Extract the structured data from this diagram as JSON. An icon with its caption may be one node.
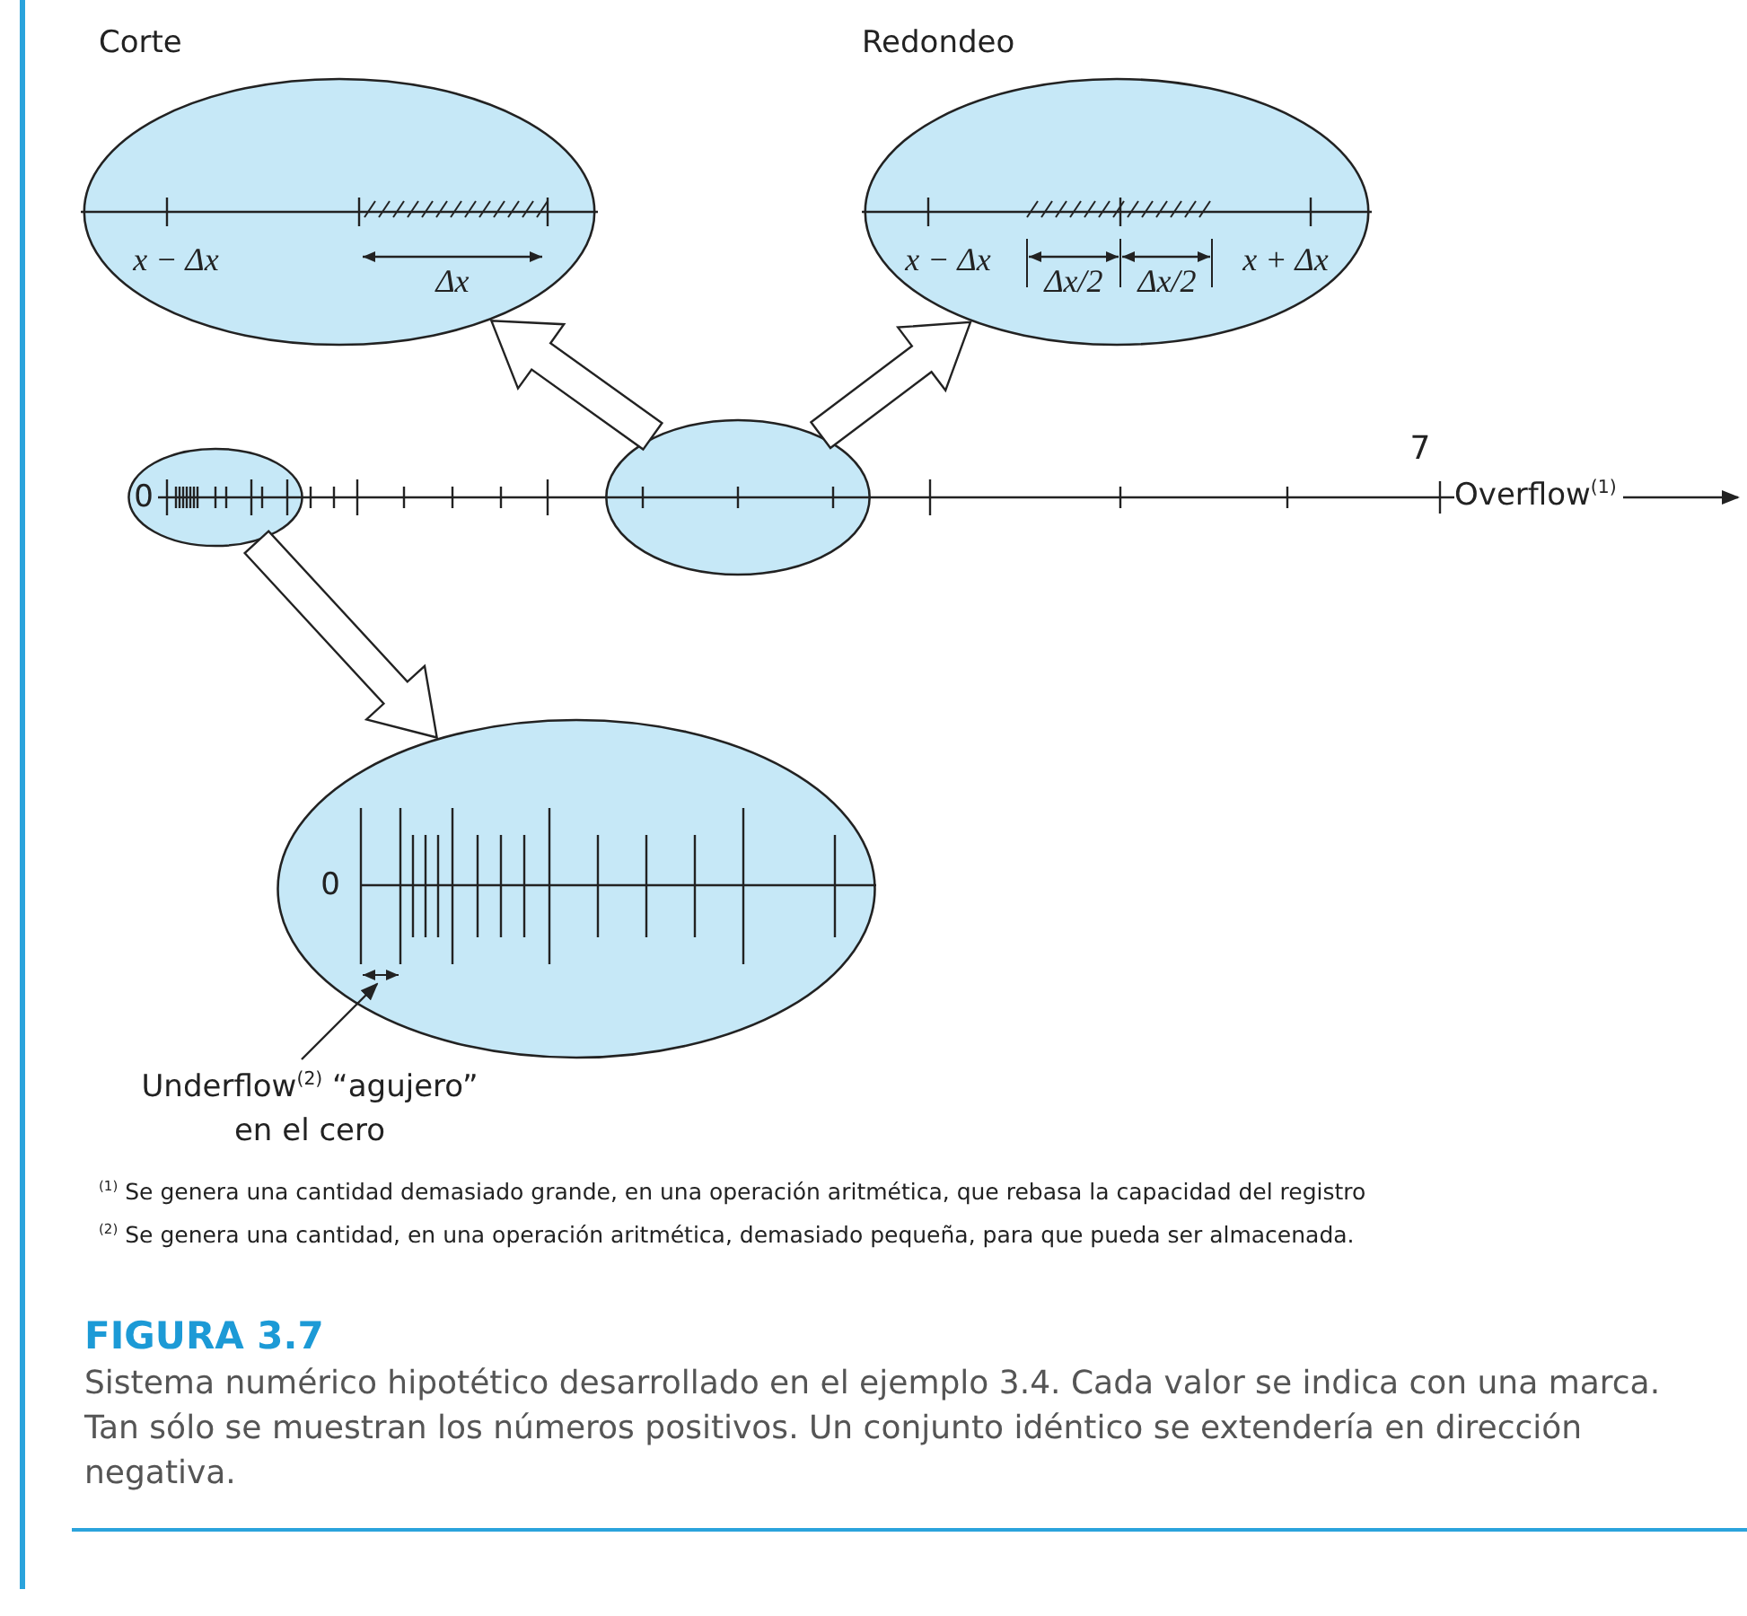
{
  "diagram": {
    "title": "FIGURA 3.7",
    "caption": "Sistema numérico hipotético desarrollado en el ejemplo 3.4. Cada valor se indica con una marca. Tan sólo se muestran los números positivos. Un conjunto idéntico se extendería en dirección negativa.",
    "nodes": [
      {
        "text": [
          "Corte",
          "x − Δx",
          "Δx"
        ]
      },
      {
        "text": [
          "Redondeo",
          "x − Δx",
          "Δx/2",
          "Δx/2",
          "x + Δx"
        ]
      },
      {
        "text": [
          "0"
        ]
      },
      {
        "text": [],
        "shape": "ellipse"
      },
      {
        "text": [
          "0"
        ]
      },
      {
        "text": [
          "Underflow$^{(2)}$ “agujero” en el cero"
        ]
      }
    ],
    "edges": [
      {
        "from": 3,
        "to": 0,
        "arrow": "to"
      },
      {
        "from": 3,
        "to": 1,
        "arrow": "to"
      },
      {
        "from": 2,
        "to": 4,
        "arrow": "to"
      },
      {
        "from": 5,
        "to": 4,
        "arrow": "to"
      }
    ],
    "labels": [
      "7",
      "Overflow$^{(1)}$",
      "$^{(1)}$ Se genera una cantidad demasiado grande, en una operación aritmética, que rebasa la capacidad del registro",
      "$^{(2)}$ Se genera una cantidad, en una operación aritmética, demasiado pequeña, para que pueda ser almacenada."
    ]
  }
}
